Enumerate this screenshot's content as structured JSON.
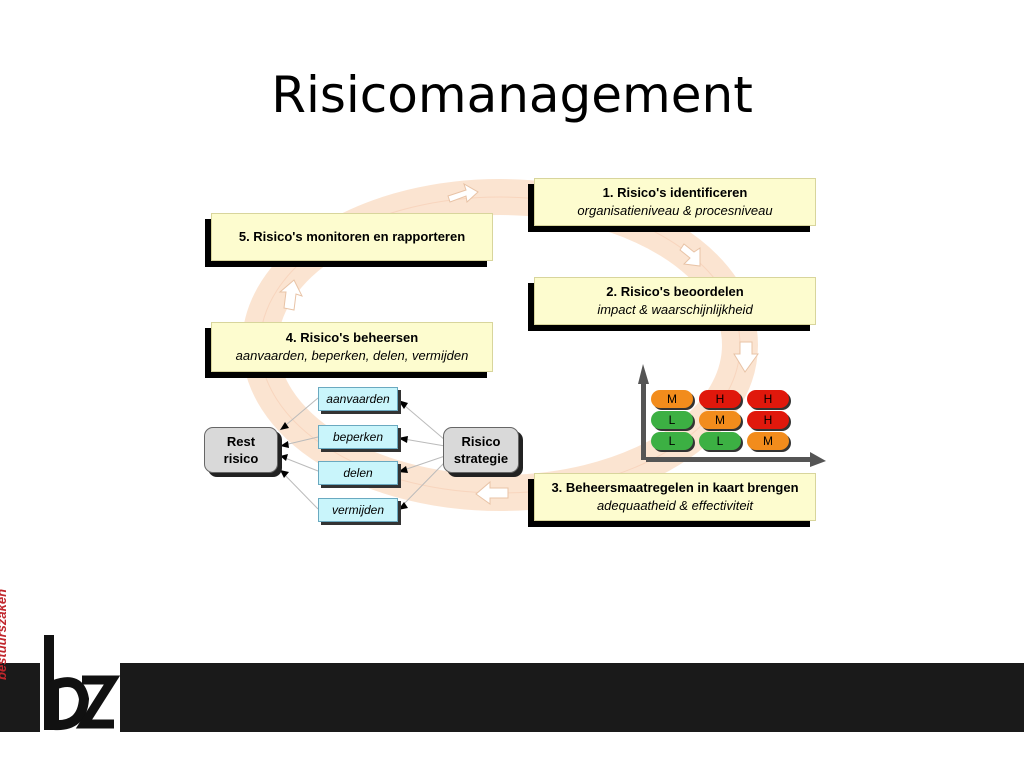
{
  "title": "Risicomanagement",
  "steps": {
    "s1": {
      "title": "1. Risico's identificeren",
      "sub": "organisatieniveau & procesniveau"
    },
    "s2": {
      "title": "2. Risico's beoordelen",
      "sub": "impact & waarschijnlijkheid"
    },
    "s3": {
      "title": "3. Beheersmaatregelen in kaart brengen",
      "sub": "adequaatheid & effectiviteit"
    },
    "s4": {
      "title": "4. Risico's beheersen",
      "sub": "aanvaarden, beperken, delen, vermijden"
    },
    "s5": {
      "title": "5. Risico's monitoren en rapporteren"
    }
  },
  "options": [
    "aanvaarden",
    "beperken",
    "delen",
    "vermijden"
  ],
  "nodes": {
    "rest": {
      "line1": "Rest",
      "line2": "risico"
    },
    "strategie": {
      "line1": "Risico",
      "line2": "strategie"
    }
  },
  "matrix": {
    "rows": [
      [
        "M",
        "H",
        "H"
      ],
      [
        "L",
        "M",
        "H"
      ],
      [
        "L",
        "L",
        "M"
      ]
    ],
    "colors": {
      "L": "#3cb043",
      "M": "#f28c1c",
      "H": "#e0180c"
    }
  },
  "footer": {
    "brand_text": "bestuurszaken"
  },
  "colors": {
    "box_fill": "#fdfccf",
    "chip_fill": "#c9f5fb",
    "cycle": "#fbe3cf",
    "footer": "#1a1a1a"
  }
}
